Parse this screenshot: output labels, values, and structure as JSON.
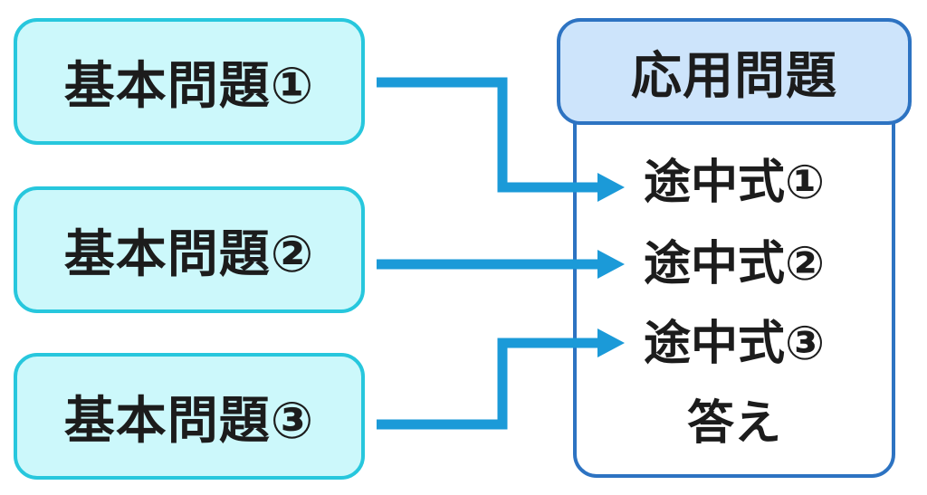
{
  "basic_problems": [
    {
      "label": "基本問題①"
    },
    {
      "label": "基本問題②"
    },
    {
      "label": "基本問題③"
    }
  ],
  "applied_problem": {
    "title": "応用問題",
    "steps": [
      {
        "label": "途中式①"
      },
      {
        "label": "途中式②"
      },
      {
        "label": "途中式③"
      }
    ],
    "answer": "答え"
  },
  "colors": {
    "basic_fill": "#ccf8fb",
    "basic_border": "#27c7dd",
    "applied_header_fill": "#cde4fb",
    "applied_border": "#2d73c2",
    "arrow": "#1b9ad8"
  }
}
